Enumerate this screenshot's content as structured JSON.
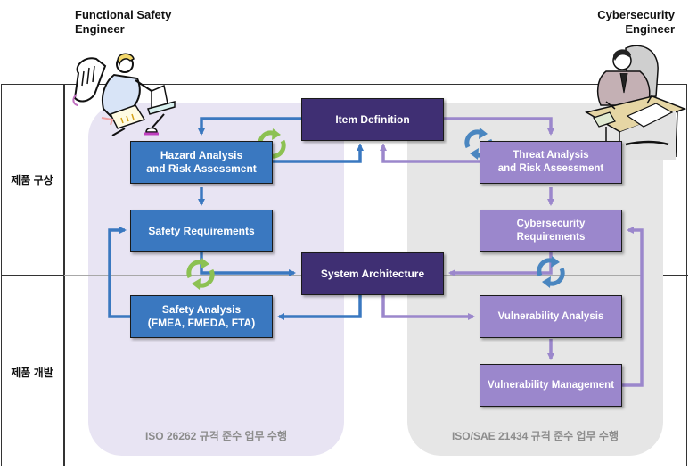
{
  "roles": {
    "left": "Functional Safety\nEngineer",
    "right": "Cybersecurity\nEngineer"
  },
  "phases": {
    "concept": "제품 구상",
    "development": "제품 개발"
  },
  "panels": {
    "left_caption": "ISO 26262 규격 준수 업무 수행",
    "right_caption": "ISO/SAE 21434 규격 준수 업무 수행"
  },
  "boxes": {
    "item_definition": "Item Definition",
    "system_architecture": "System Architecture",
    "hara_line1": "Hazard Analysis",
    "hara_line2": "and Risk Assessment",
    "safety_requirements": "Safety Requirements",
    "safety_analysis_line1": "Safety Analysis",
    "safety_analysis_line2": "(FMEA, FMEDA, FTA)",
    "tara_line1": "Threat Analysis",
    "tara_line2": "and Risk Assessment",
    "cyber_req_line1": "Cybersecurity",
    "cyber_req_line2": "Requirements",
    "vuln_analysis": "Vulnerability Analysis",
    "vuln_management": "Vulnerability Management"
  },
  "colors": {
    "safety_blue": "#3a78c0",
    "shared_dark": "#3f2f73",
    "cyber_purple": "#9b87cc",
    "safety_arrow": "#3a78c0",
    "cyber_arrow": "#9b87cc",
    "cycle_green": "#8cc152",
    "cycle_blue": "#4a86c0"
  }
}
